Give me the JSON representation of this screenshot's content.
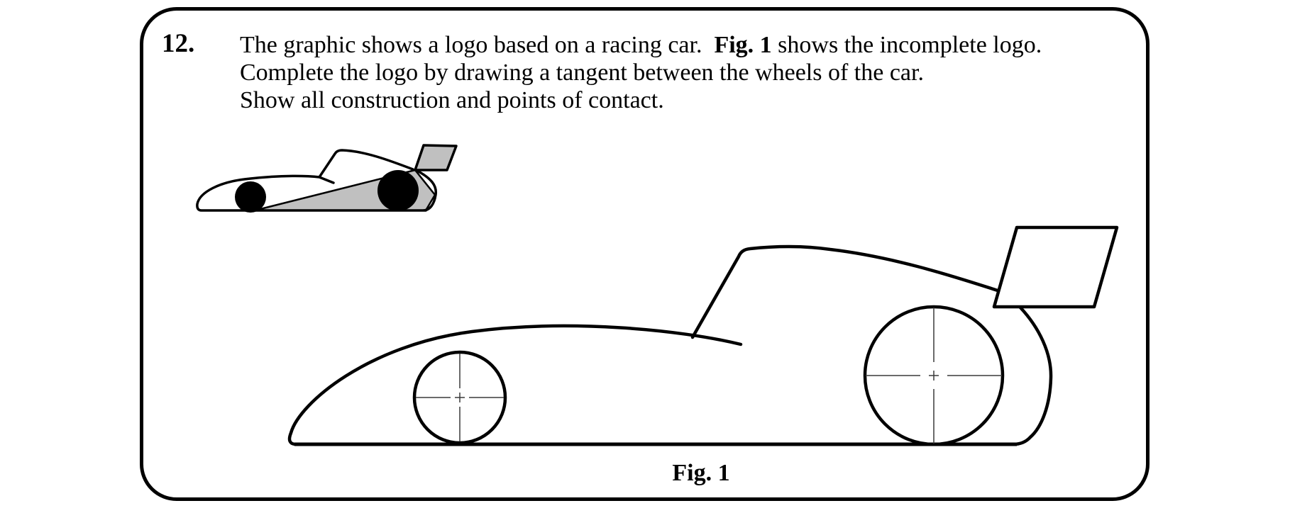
{
  "question": {
    "number": "12.",
    "line1": {
      "pre": "The graphic shows a logo based on a racing car.  ",
      "bold": "Fig. 1",
      "post": " shows the incomplete logo."
    },
    "line2": "Complete the logo by drawing a tangent between the wheels of the car.",
    "line3": "Show all construction and points of contact."
  },
  "figure": {
    "caption": "Fig. 1"
  },
  "colors": {
    "ink": "#000000",
    "shade_gray": "#c0c0c0",
    "centerline_gray": "#3a3a3a",
    "background": "#ffffff"
  }
}
